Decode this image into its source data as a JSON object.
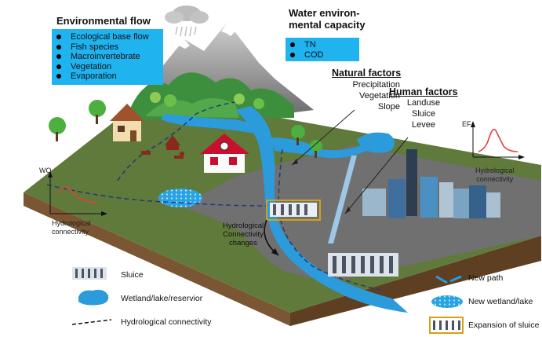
{
  "env_flow": {
    "title": "Environmental flow",
    "items": [
      "Ecological base flow",
      "Fish species",
      "Macroinvertebrate",
      "Vegetation",
      "Evaporation"
    ]
  },
  "water_capacity": {
    "title_line1": "Water environ-",
    "title_line2": "mental capacity",
    "items": [
      "TN",
      "COD"
    ]
  },
  "natural_factors": {
    "title": "Natural factors",
    "items": [
      "Precipitation",
      "Vegetation",
      "Slope"
    ]
  },
  "human_factors": {
    "title": "Human factors",
    "items": [
      "Landuse",
      "Sluice",
      "Levee"
    ]
  },
  "left_graph": {
    "y_label": "WQ",
    "x_label_line1": "Hydrological",
    "x_label_line2": "connectivity"
  },
  "right_graph": {
    "y_label": "EF",
    "x_label_line1": "Hydrological",
    "x_label_line2": "connectivity"
  },
  "hc_changes": [
    "Hydrological",
    "Connectivity",
    "changes"
  ],
  "legend_left": {
    "sluice": "Sluice",
    "wetland": "Wetland/lake/reservior",
    "connectivity": "Hydrological connectivity"
  },
  "legend_right": {
    "new_path": "New path",
    "new_wetland": "New wetland/lake",
    "expansion": "Expansion of sluice"
  },
  "colors": {
    "box_blue": "#1fb3f0",
    "water": "#2b9bdc",
    "grass": "#5f7a3a",
    "ground_side": "#7b5a38",
    "curve_red": "#e0423a"
  }
}
